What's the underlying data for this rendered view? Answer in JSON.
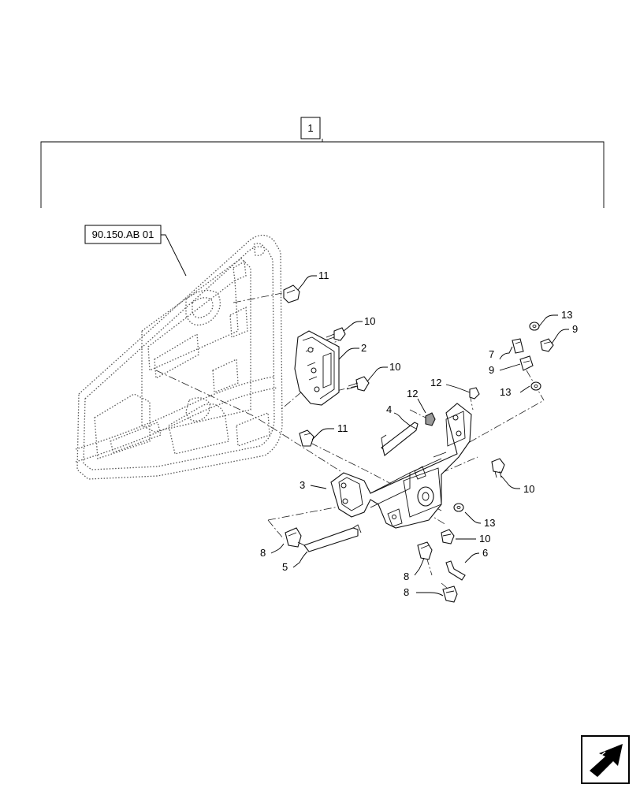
{
  "assembly_box": "1",
  "reference_label": "90.150.AB 01",
  "callouts": {
    "c11a": "11",
    "c10a": "10",
    "c2": "2",
    "c10b": "10",
    "c11b": "11",
    "c13a": "13",
    "c9a": "9",
    "c7": "7",
    "c9b": "9",
    "c12a": "12",
    "c12b": "12",
    "c13b": "13",
    "c4": "4",
    "c3": "3",
    "c10c": "10",
    "c13c": "13",
    "c10d": "10",
    "c8a": "8",
    "c5": "5",
    "c8b": "8",
    "c6": "6",
    "c8c": "8"
  },
  "nav_icon": "next-page-arrow-icon"
}
